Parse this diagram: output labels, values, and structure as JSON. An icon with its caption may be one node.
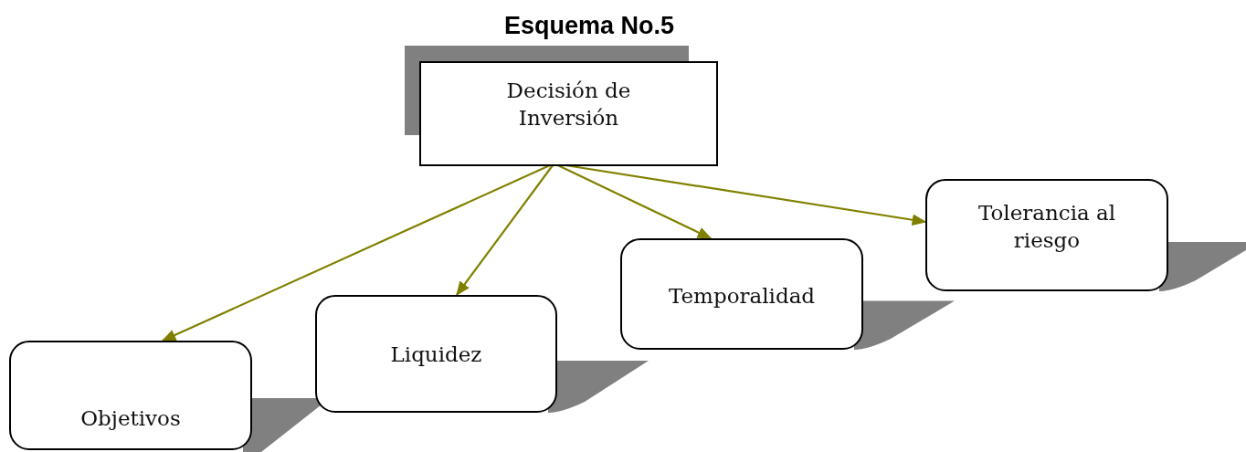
{
  "diagram": {
    "title": "Esquema No.5",
    "nodes": [
      {
        "text": [
          "Decisión de Inversión"
        ]
      },
      {
        "text": [
          "Objetivos"
        ]
      },
      {
        "text": [
          "Liquidez"
        ]
      },
      {
        "text": [
          "Temporalidad"
        ]
      },
      {
        "text": [
          "Tolerancia al riesgo"
        ]
      }
    ],
    "edges": [
      {
        "from": 0,
        "to": 1,
        "arrow": "to"
      },
      {
        "from": 0,
        "to": 2,
        "arrow": "to"
      },
      {
        "from": 0,
        "to": 3,
        "arrow": "to"
      },
      {
        "from": 0,
        "to": 4,
        "arrow": "to"
      }
    ]
  }
}
